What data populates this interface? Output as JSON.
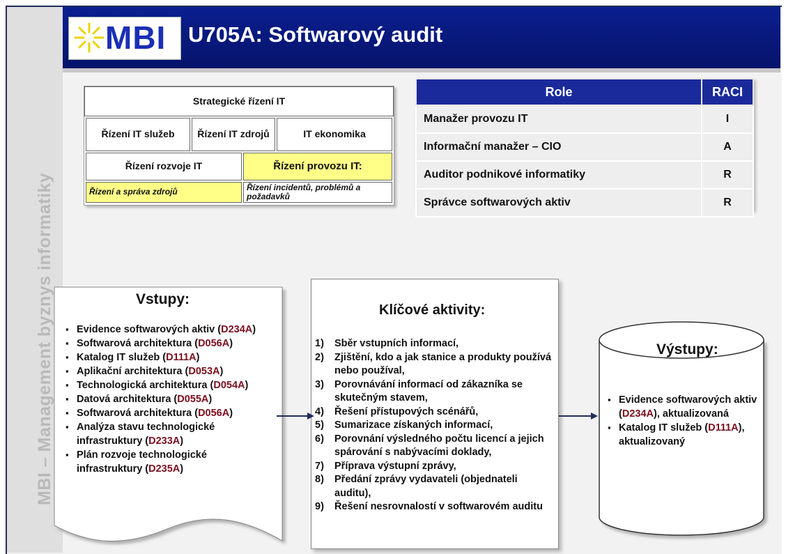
{
  "header": {
    "logo_text": "MBI",
    "title": "U705A: Softwarový audit"
  },
  "sidebar": {
    "vertical_title": "MBI – Management byznys informatiky"
  },
  "org_chart": {
    "strategic": "Strategické řízení IT",
    "row2": [
      "Řízení IT služeb",
      "Řízení IT zdrojů",
      "IT ekonomika"
    ],
    "row3_left": "Řízení rozvoje IT",
    "row3_right": "Řízení provozu IT:",
    "row4_left": "Řízení a správa zdrojů",
    "row4_right": "Řízení incidentů, problémů a požadavků"
  },
  "raci": {
    "col_role": "Role",
    "col_raci": "RACI",
    "rows": [
      {
        "role": "Manažer provozu IT",
        "raci": "I"
      },
      {
        "role": "Informační manažer – CIO",
        "raci": "A"
      },
      {
        "role": "Auditor podnikové informatiky",
        "raci": "R"
      },
      {
        "role": "Správce softwarových aktiv",
        "raci": "R"
      }
    ]
  },
  "inputs": {
    "title": "Vstupy:",
    "items": [
      {
        "text": "Evidence softwarových aktiv (",
        "code": "D234A",
        "tail": ")"
      },
      {
        "text": "Softwarová architektura (",
        "code": "D056A",
        "tail": ")"
      },
      {
        "text": "Katalog IT služeb (",
        "code": "D111A",
        "tail": ")"
      },
      {
        "text": "Aplikační  architektura (",
        "code": "D053A",
        "tail": ")"
      },
      {
        "text": "Technologická architektura (",
        "code": "D054A",
        "tail": ")"
      },
      {
        "text": "Datová architektura (",
        "code": "D055A",
        "tail": ")"
      },
      {
        "text": "Softwarová architektura (",
        "code": "D056A",
        "tail": ")"
      },
      {
        "text": "Analýza stavu technologické infrastruktury (",
        "code": "D233A",
        "tail": ")"
      },
      {
        "text": "Plán rozvoje technologické infrastruktury (",
        "code": "D235A",
        "tail": ")"
      }
    ]
  },
  "activities": {
    "title": "Klíčové aktivity:",
    "items": [
      {
        "num": "1)",
        "text": "Sběr vstupních informací,"
      },
      {
        "num": "2)",
        "text": "Zjištění, kdo a jak stanice a produkty používá nebo používal,"
      },
      {
        "num": "3)",
        "text": "Porovnávání informací od zákazníka se skutečným stavem,"
      },
      {
        "num": "4)",
        "text": "Řešení přístupových scénářů,"
      },
      {
        "num": "5)",
        "text": "Sumarizace získaných  informací,"
      },
      {
        "num": "6)",
        "text": "Porovnání výsledného počtu licencí a jejich spárování s nabývacími doklady,"
      },
      {
        "num": "7)",
        "text": "Příprava výstupní zprávy,"
      },
      {
        "num": "8)",
        "text": "Předání zprávy vydavateli (objednateli auditu),"
      },
      {
        "num": "9)",
        "text": "Řešení nesrovnalostí v softwarovém auditu"
      }
    ]
  },
  "outputs": {
    "title": "Výstupy:",
    "items": [
      {
        "text": "Evidence softwarových aktiv (",
        "code": "D234A",
        "tail": "), aktualizovaná"
      },
      {
        "text": "Katalog IT služeb (",
        "code": "D111A",
        "tail": "), aktualizovaný"
      }
    ]
  },
  "colors": {
    "header_blue": "#0b1f8f",
    "highlight_yellow": "#ffff88",
    "code_red": "#7a0f1e",
    "arrow_navy": "#1f2d5a"
  }
}
